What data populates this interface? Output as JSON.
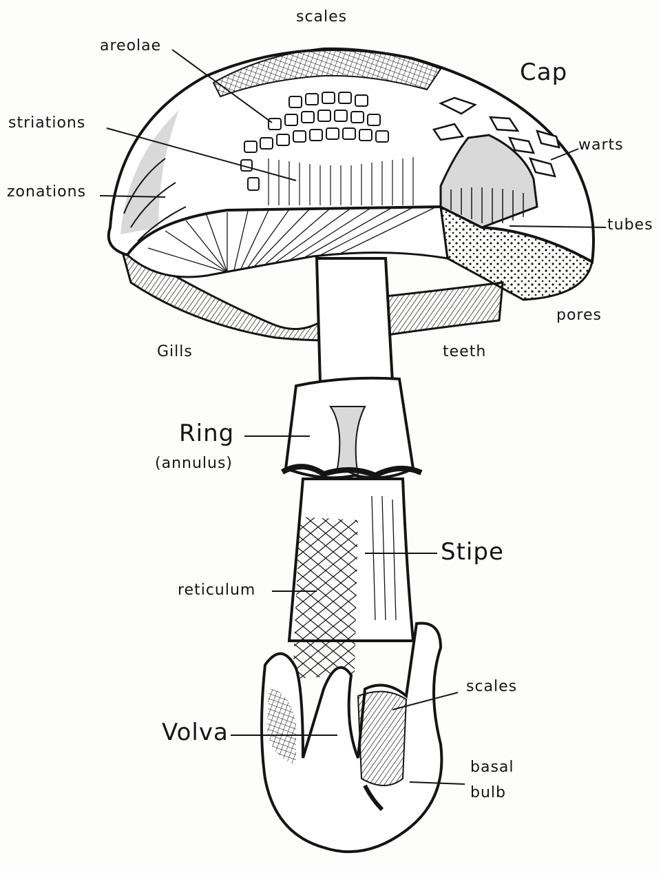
{
  "colors": {
    "ink": "#141414",
    "paper": "#fdfdfc",
    "wash": "#d9d9d9",
    "shade": "#bfbfbf"
  },
  "labels": {
    "scales_top": "scales",
    "areolae": "areolae",
    "cap": "Cap",
    "striations": "striations",
    "zonations": "zonations",
    "warts": "warts",
    "tubes": "tubes",
    "pores": "pores",
    "gills": "Gills",
    "teeth": "teeth",
    "ring": "Ring",
    "annulus": "(annulus)",
    "stipe": "Stipe",
    "reticulum": "reticulum",
    "scales_bottom": "scales",
    "volva": "Volva",
    "basal": "basal",
    "bulb": "bulb"
  }
}
